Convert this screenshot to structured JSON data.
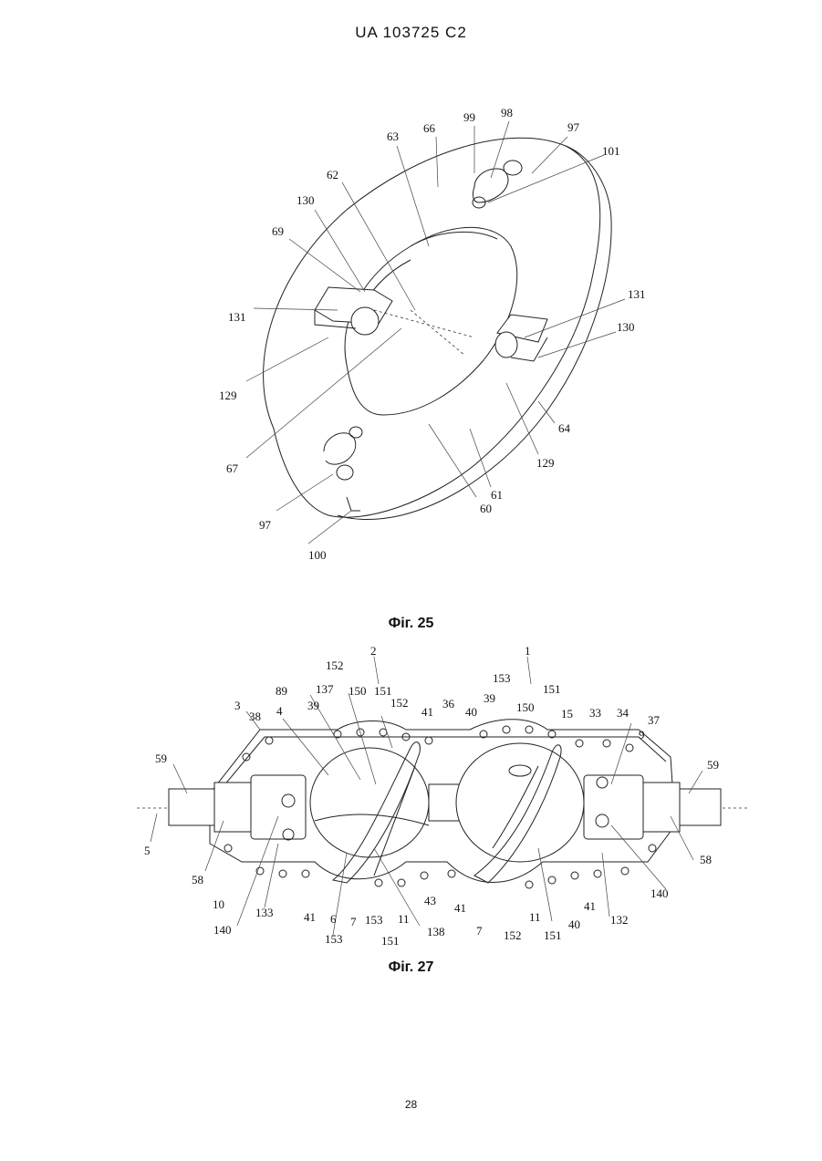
{
  "header": "UA   103725   C2",
  "figures": [
    {
      "caption": "Фіг. 25",
      "labels": [
        "99",
        "98",
        "97",
        "66",
        "63",
        "101",
        "62",
        "130",
        "69",
        "131",
        "131",
        "130",
        "129",
        "67",
        "64",
        "129",
        "61",
        "60",
        "97",
        "100"
      ]
    },
    {
      "caption": "Фіг. 27",
      "labels": [
        "2",
        "1",
        "152",
        "153",
        "151",
        "89",
        "137",
        "150",
        "151",
        "152",
        "39",
        "41",
        "36",
        "40",
        "39",
        "150",
        "15",
        "33",
        "34",
        "3",
        "38",
        "4",
        "37",
        "9",
        "59",
        "59",
        "5",
        "58",
        "58",
        "140",
        "10",
        "133",
        "41",
        "6",
        "7",
        "153",
        "11",
        "43",
        "41",
        "7",
        "11",
        "152",
        "151",
        "40",
        "41",
        "132",
        "140",
        "153",
        "151",
        "138"
      ]
    }
  ],
  "page_number": "28"
}
